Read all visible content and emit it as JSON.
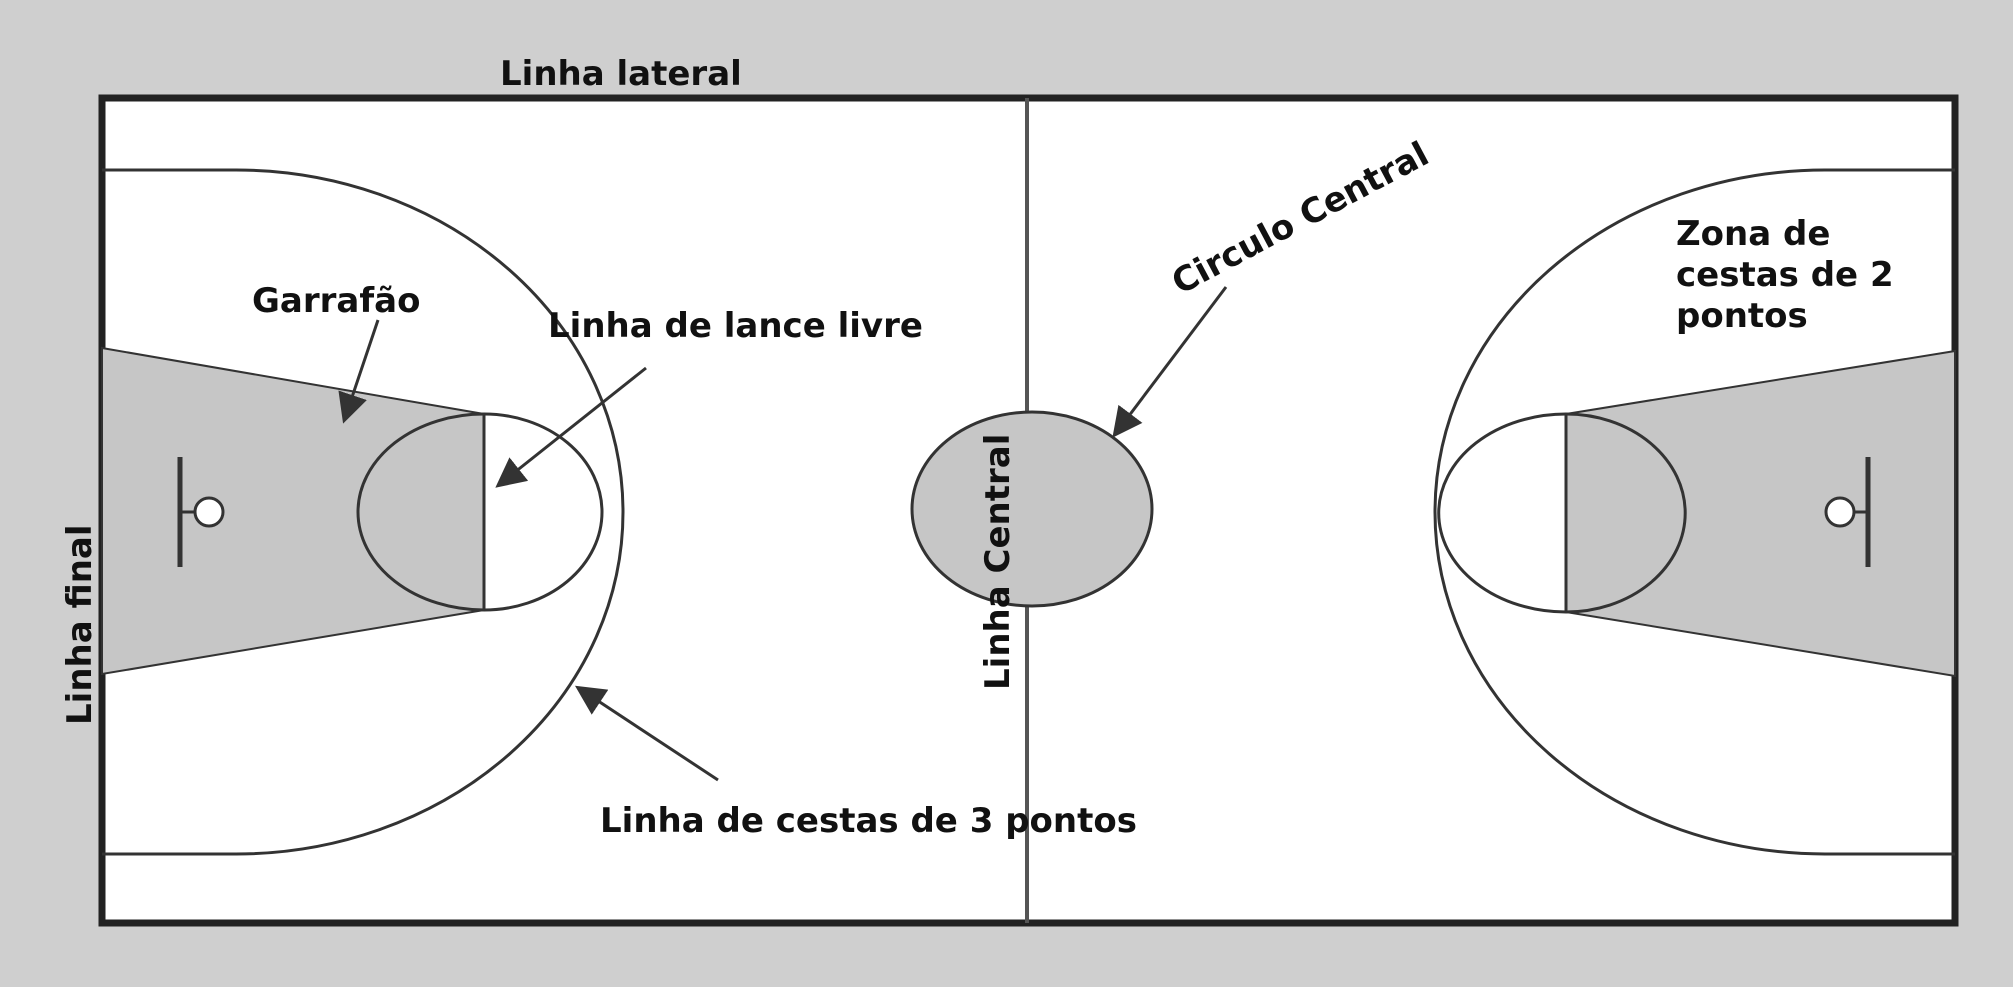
{
  "labels": {
    "linha_lateral": "Linha lateral",
    "garrafao": "Garrafão",
    "linha_lance_livre": "Linha de lance livre",
    "circulo_central": "Circulo Central",
    "zona_2_pontos": [
      "Zona de",
      "cestas de 2",
      "pontos"
    ],
    "linha_final": "Linha final",
    "linha_central": "Linha Central",
    "linha_3_pontos": "Linha de cestas de 3 pontos"
  },
  "colors": {
    "background": "#cfcfcf",
    "court": "#ffffff",
    "line": "#222222",
    "fill": "#c6c6c6"
  }
}
